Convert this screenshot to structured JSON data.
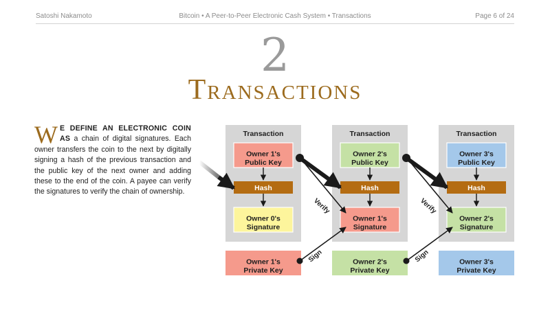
{
  "header": {
    "author": "Satoshi Nakamoto",
    "title": "Bitcoin • A Peer-to-Peer Electronic Cash System • Transactions",
    "page": "Page 6 of 24"
  },
  "chapter": {
    "number": "2",
    "title": "Transactions"
  },
  "paragraph": {
    "drop_cap": "W",
    "lead_in": "e define an electronic coin as",
    "text": " a chain of digital signatures. Each owner transfers the coin to the next by digitally signing a hash of the previous transaction and the public key of the next owner and adding these to the end of the coin. A payee can verify the signatures to verify the chain of ownership."
  },
  "colors": {
    "panel": "#d6d6d6",
    "red_box": "#f59a8c",
    "yellow_box": "#fdf59c",
    "green_box": "#c5e1a5",
    "blue_box": "#a4c8ea",
    "hash_bar": "#b46c12",
    "accent_text": "#9c6b1e"
  },
  "diagram": {
    "transactions": [
      {
        "title": "Transaction",
        "public_key": [
          "Owner 1's",
          "Public Key"
        ],
        "hash": "Hash",
        "signature": [
          "Owner 0's",
          "Signature"
        ]
      },
      {
        "title": "Transaction",
        "public_key": [
          "Owner 2's",
          "Public Key"
        ],
        "hash": "Hash",
        "signature": [
          "Owner 1's",
          "Signature"
        ]
      },
      {
        "title": "Transaction",
        "public_key": [
          "Owner 3's",
          "Public Key"
        ],
        "hash": "Hash",
        "signature": [
          "Owner 2's",
          "Signature"
        ]
      }
    ],
    "private_keys": [
      [
        "Owner 1's",
        "Private Key"
      ],
      [
        "Owner 2's",
        "Private Key"
      ],
      [
        "Owner 3's",
        "Private Key"
      ]
    ],
    "verify_label": "Verify",
    "sign_label": "Sign"
  }
}
